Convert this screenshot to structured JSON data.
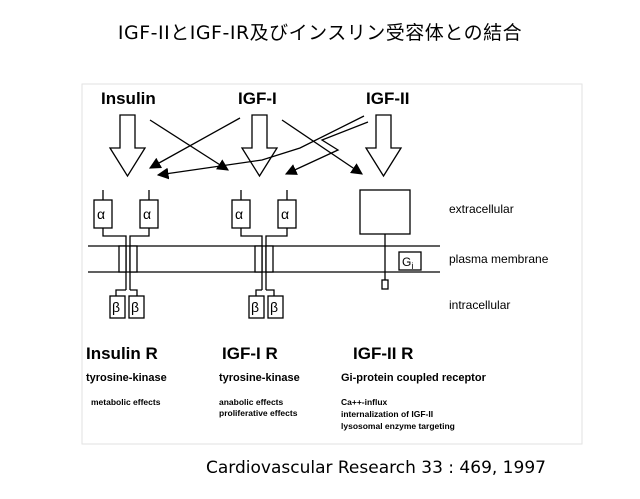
{
  "slide": {
    "title": "IGF-IIとIGF-IR及びインスリン受容体との結合",
    "citation": "Cardiovascular Research 33 : 469, 1997"
  },
  "diagram": {
    "ligands": [
      "Insulin",
      "IGF-I",
      "IGF-II"
    ],
    "regions": [
      "extracellular",
      "plasma membrane",
      "intracellular"
    ],
    "alpha": "α",
    "beta": "β",
    "g_protein": "G",
    "g_protein_subscript": "i",
    "receptors": [
      {
        "name": "Insulin R",
        "type": "tyrosine-kinase",
        "effects": [
          "metabolic effects"
        ]
      },
      {
        "name": "IGF-I R",
        "type": "tyrosine-kinase",
        "effects": [
          "anabolic effects",
          "proliferative effects"
        ]
      },
      {
        "name": "IGF-II R",
        "type": "Gi-protein coupled receptor",
        "effects": [
          "Ca++-influx",
          "internalization of IGF-II",
          "lysosomal enzyme targeting"
        ]
      }
    ]
  }
}
